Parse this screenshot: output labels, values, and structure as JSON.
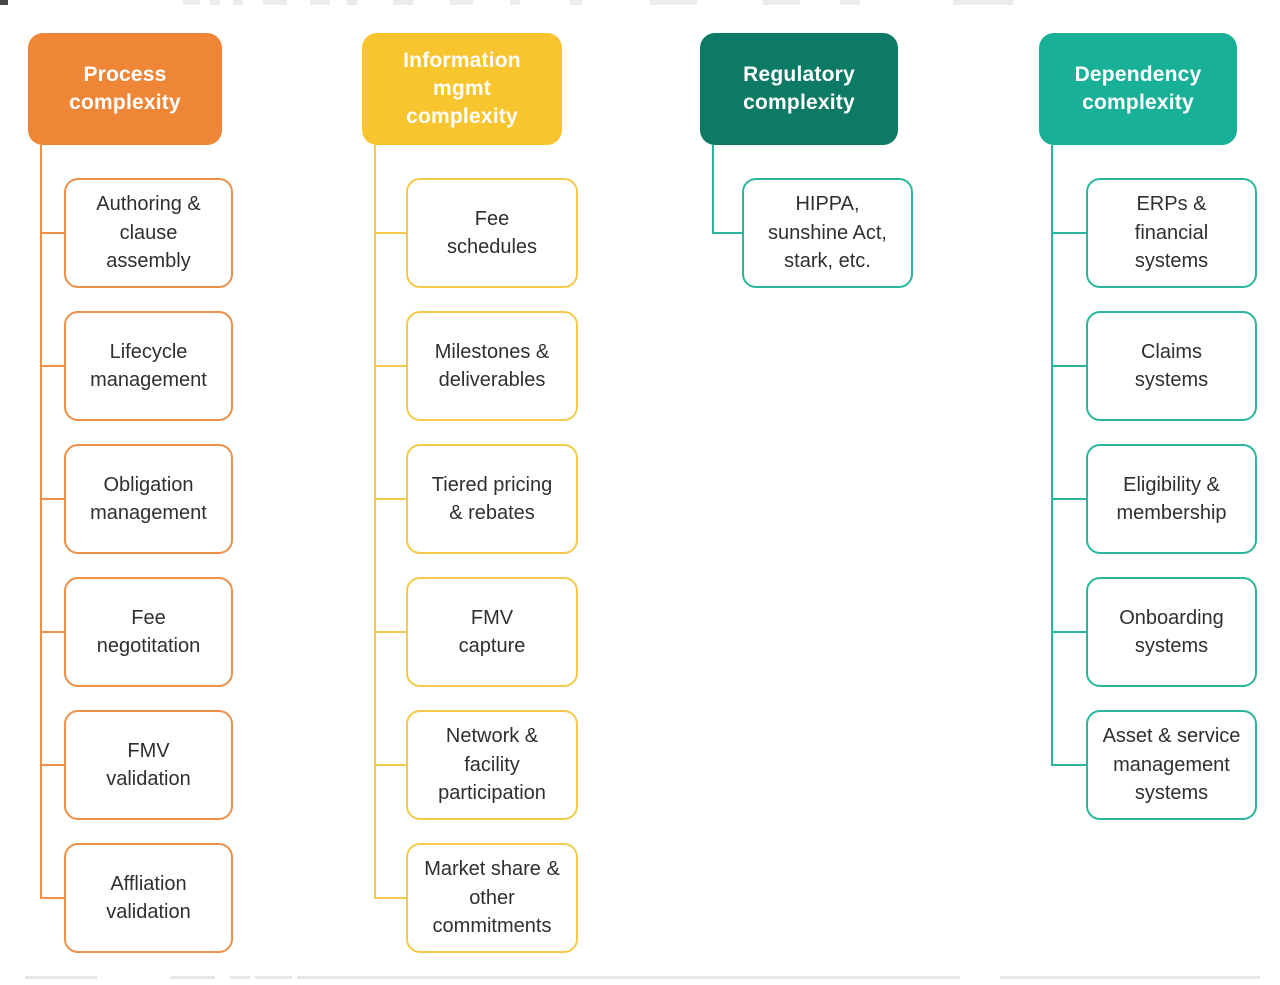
{
  "diagram": {
    "background": "#ffffff",
    "child_text_color": "#2f2f2f",
    "columns": [
      {
        "id": "process-complexity",
        "header": {
          "lines": [
            "Process",
            "complexity"
          ],
          "bg": "#EE8537",
          "text_color": "#ffffff"
        },
        "accent": "#EE9048",
        "children": [
          {
            "lines": [
              "Authoring &",
              "clause",
              "assembly"
            ]
          },
          {
            "lines": [
              "Lifecycle",
              "management"
            ]
          },
          {
            "lines": [
              "Obligation",
              "management"
            ]
          },
          {
            "lines": [
              "Fee",
              "negotitation"
            ]
          },
          {
            "lines": [
              "FMV",
              "validation"
            ]
          },
          {
            "lines": [
              "Affliation",
              "validation"
            ]
          }
        ]
      },
      {
        "id": "information-mgmt-complexity",
        "header": {
          "lines": [
            "Information",
            "mgmt",
            "complexity"
          ],
          "bg": "#F9C52F",
          "text_color": "#ffffff"
        },
        "accent": "#F4CA48",
        "children": [
          {
            "lines": [
              "Fee",
              "schedules"
            ]
          },
          {
            "lines": [
              "Milestones &",
              "deliverables"
            ]
          },
          {
            "lines": [
              "Tiered pricing",
              "& rebates"
            ]
          },
          {
            "lines": [
              "FMV",
              "capture"
            ]
          },
          {
            "lines": [
              "Network &",
              "facility",
              "participation"
            ]
          },
          {
            "lines": [
              "Market share &",
              "other",
              "commitments"
            ]
          }
        ]
      },
      {
        "id": "regulatory-complexity",
        "header": {
          "lines": [
            "Regulatory",
            "complexity"
          ],
          "bg": "#0D7A66",
          "text_color": "#ffffff"
        },
        "accent": "#2AB59E",
        "children": [
          {
            "lines": [
              "HIPPA,",
              "sunshine Act,",
              "stark, etc."
            ]
          }
        ]
      },
      {
        "id": "dependency-complexity",
        "header": {
          "lines": [
            "Dependency",
            "complexity"
          ],
          "bg": "#18B197",
          "text_color": "#ffffff"
        },
        "accent": "#2AB59E",
        "children": [
          {
            "lines": [
              "ERPs &",
              "financial",
              "systems"
            ]
          },
          {
            "lines": [
              "Claims",
              "systems"
            ]
          },
          {
            "lines": [
              "Eligibility &",
              "membership"
            ]
          },
          {
            "lines": [
              "Onboarding",
              "systems"
            ]
          },
          {
            "lines": [
              "Asset & service",
              "management",
              "systems"
            ]
          }
        ]
      }
    ]
  }
}
